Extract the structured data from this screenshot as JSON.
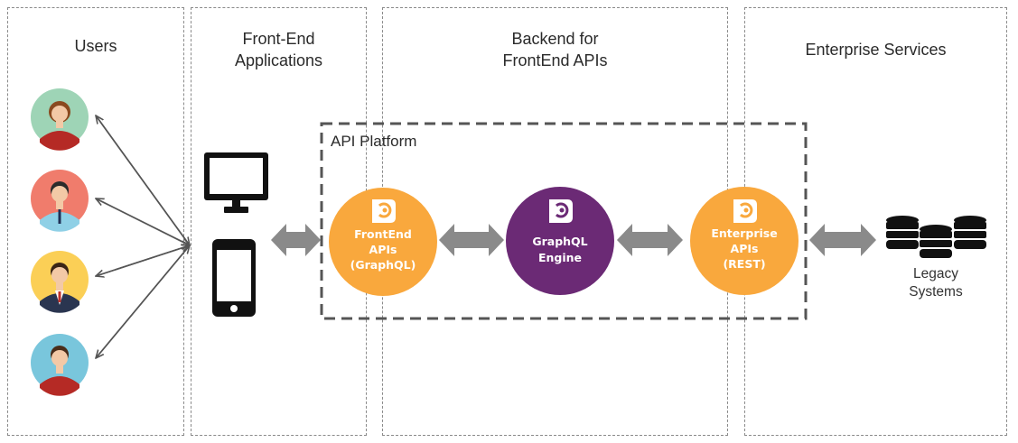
{
  "columns": [
    {
      "id": "users",
      "title": "Users"
    },
    {
      "id": "frontend",
      "title": "Front-End\nApplications"
    },
    {
      "id": "backend",
      "title": "Backend for\nFrontEnd APIs"
    },
    {
      "id": "enterprise",
      "title": "Enterprise Services"
    }
  ],
  "platform": {
    "label": "API Platform"
  },
  "nodes": [
    {
      "id": "frontend-apis",
      "lines": [
        "FrontEnd",
        "APIs",
        "(GraphQL)"
      ],
      "color": "#f9a83d",
      "icon": "logo-icon"
    },
    {
      "id": "graphql-engine",
      "lines": [
        "GraphQL",
        "Engine"
      ],
      "color": "#6b2a75",
      "icon": "logo-icon"
    },
    {
      "id": "enterprise-apis",
      "lines": [
        "Enterprise",
        "APIs",
        "(REST)"
      ],
      "color": "#f9a83d",
      "icon": "logo-icon"
    }
  ],
  "legacy": {
    "label": "Legacy\nSystems",
    "icon": "database-stack-icon"
  },
  "users": [
    {
      "avatar_bg": "#9ed4b6",
      "shirt": "#b52a25",
      "hair": "#8a4a1f"
    },
    {
      "avatar_bg": "#f07c6c",
      "shirt": "#8fd0e6",
      "hair": "#2b2b2b"
    },
    {
      "avatar_bg": "#fbcf56",
      "shirt": "#2a3550",
      "hair": "#3a2516"
    },
    {
      "avatar_bg": "#79c6dc",
      "shirt": "#b52a25",
      "hair": "#4a2d1a"
    }
  ],
  "devices": [
    "desktop-monitor-icon",
    "smartphone-icon"
  ],
  "colors": {
    "arrow": "#8a8a8a",
    "orange": "#f9a83d",
    "purple": "#6b2a75",
    "dark": "#111111"
  }
}
